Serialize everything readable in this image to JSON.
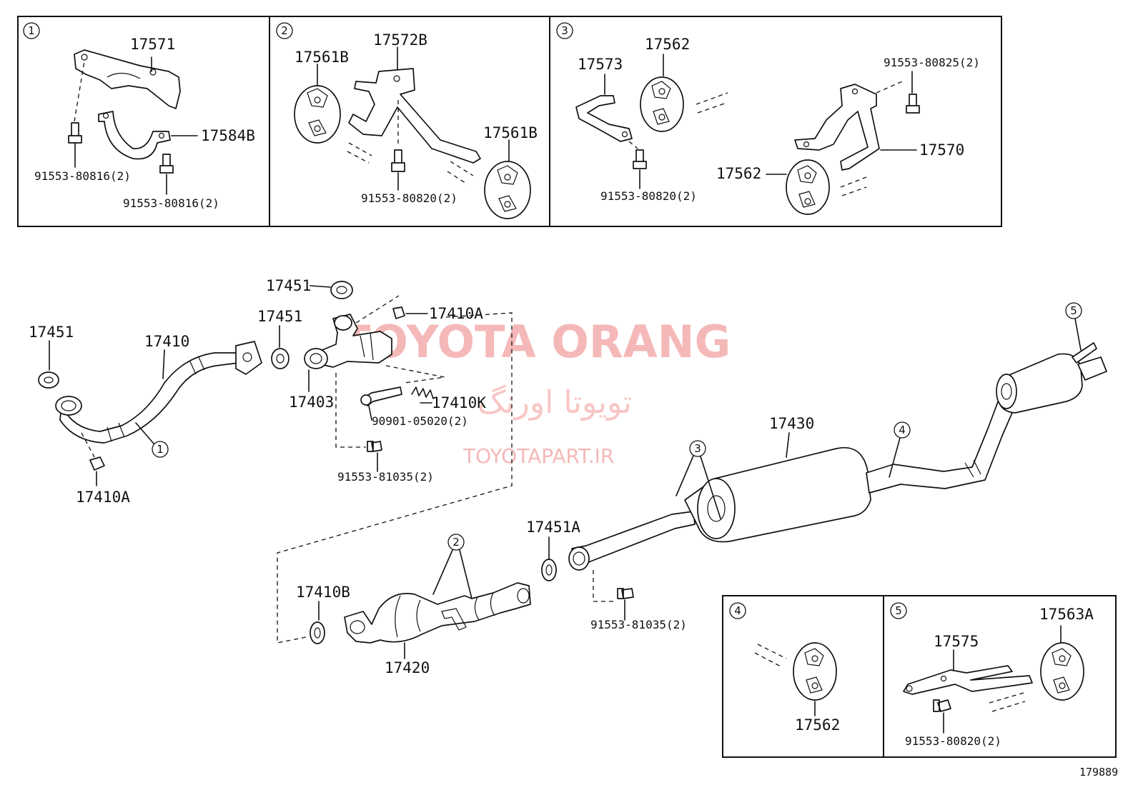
{
  "diagram_number": "179889",
  "watermark": {
    "line1": "TOYOTA ORANG",
    "line2": "تویوتا اورنگ",
    "line3": "TOYOTAPART.IR"
  },
  "insets": [
    {
      "ref": "1",
      "labels": [
        "17571",
        "17584B",
        "91553-80816(2)",
        "91553-80816(2)"
      ]
    },
    {
      "ref": "2",
      "labels": [
        "17561B",
        "17572B",
        "17561B",
        "91553-80820(2)"
      ]
    },
    {
      "ref": "3",
      "labels": [
        "17573",
        "17562",
        "91553-80825(2)",
        "17570",
        "17562",
        "91553-80820(2)"
      ]
    },
    {
      "ref": "4",
      "labels": [
        "17562"
      ]
    },
    {
      "ref": "5",
      "labels": [
        "17575",
        "17563A",
        "91553-80820(2)"
      ]
    }
  ],
  "main_labels": {
    "gasket_left": "17451",
    "front_pipe": "17410",
    "nut_front": "17410A",
    "gasket_top": "17451",
    "gasket_mid": "17451",
    "nut_top": "17410A",
    "manifold_pipe": "17403",
    "spring": "17410K",
    "bolt_a": "90901-05020(2)",
    "bolt_b": "91553-81035(2)",
    "center_pipe": "17430",
    "gasket_a": "17451A",
    "bolt_c": "91553-81035(2)",
    "gasket_b": "17410B",
    "converter": "17420"
  },
  "callouts": {
    "c1": "1",
    "c2": "2",
    "c3": "3",
    "c4": "4",
    "c5": "5"
  }
}
